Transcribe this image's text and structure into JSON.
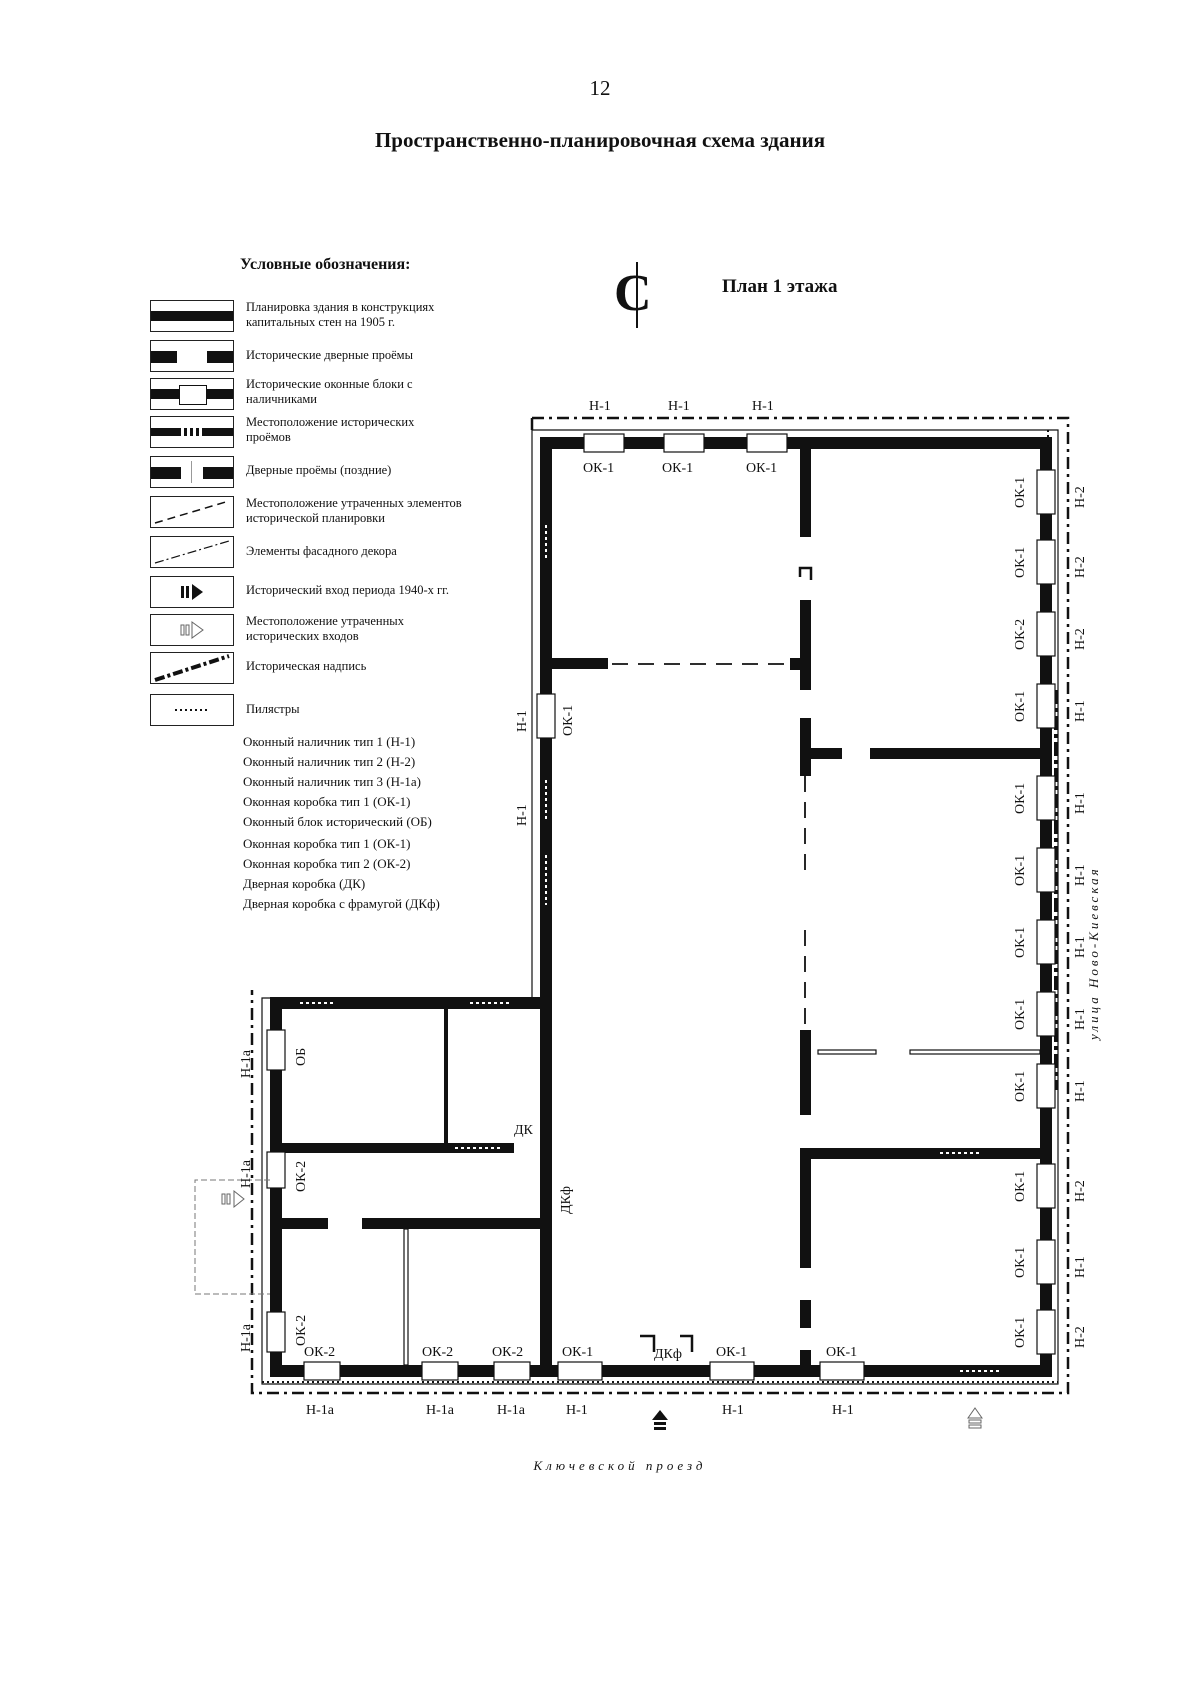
{
  "page": {
    "number": "12",
    "title": "Пространственно-планировочная схема здания"
  },
  "legend": {
    "heading": "Условные обозначения:",
    "items": [
      {
        "text": "Планировка здания в конструкциях капитальных стен на 1905 г.",
        "symbol": "thick-wall"
      },
      {
        "text": "Исторические дверные проёмы",
        "symbol": "door-gap"
      },
      {
        "text": "Исторические оконные блоки с наличниками",
        "symbol": "window-frame"
      },
      {
        "text": "Местоположение исторических проёмов",
        "symbol": "dashed-opening"
      },
      {
        "text": "Дверные проёмы (поздние)",
        "symbol": "late-door"
      },
      {
        "text": "Местоположение утраченных элементов исторической планировки",
        "symbol": "dashed-diagonal"
      },
      {
        "text": "Элементы фасадного декора",
        "symbol": "dash-dot-diagonal"
      },
      {
        "text": "Исторический вход периода 1940-х гг.",
        "symbol": "entrance-arrow-filled"
      },
      {
        "text": "Местоположение утраченных исторических входов",
        "symbol": "entrance-arrow-outline"
      },
      {
        "text": "Историческая надпись",
        "symbol": "thick-dash-dot-diagonal"
      },
      {
        "text": "Пилястры",
        "symbol": "dotted-line"
      }
    ],
    "abbreviations": [
      "Оконный наличник тип 1 (Н-1)",
      "Оконный наличник тип 2 (Н-2)",
      "Оконный наличник тип 3 (Н-1а)",
      "Оконная коробка тип 1 (ОК-1)",
      "Оконный блок исторический (ОБ)",
      "Оконная коробка тип 1 (ОК-1)",
      "Оконная коробка тип 2 (ОК-2)",
      "Дверная коробка (ДК)",
      "Дверная коробка с фрамугой (ДКф)"
    ]
  },
  "plan": {
    "north_symbol": "С",
    "title": "План 1 этажа",
    "streets": {
      "east": "улица Ново-Киевская",
      "south": "Ключевской проезд"
    },
    "labels": {
      "top": {
        "trim": [
          "Н-1",
          "Н-1",
          "Н-1"
        ],
        "frames": [
          "ОК-1",
          "ОК-1",
          "ОК-1"
        ]
      },
      "east": {
        "frames": [
          "ОК-1",
          "ОК-1",
          "ОК-2",
          "ОК-1",
          "ОК-1",
          "ОК-1",
          "ОК-1",
          "ОК-1",
          "ОК-1",
          "ОК-1",
          "ОК-1",
          "ОК-1"
        ],
        "trim": [
          "Н-2",
          "Н-2",
          "Н-2",
          "Н-1",
          "Н-1",
          "Н-1",
          "Н-1",
          "Н-1",
          "Н-1",
          "Н-2",
          "Н-1",
          "Н-2"
        ]
      },
      "west_upper": {
        "trim": [
          "Н-1",
          "Н-1"
        ],
        "frames": [
          "ОК-1"
        ]
      },
      "west_lower": {
        "trim": [
          "Н-1а",
          "Н-1а",
          "Н-1а"
        ],
        "frames": [
          "ОБ",
          "ОК-2",
          "ОК-2"
        ]
      },
      "interior": {
        "dk": "ДК",
        "dkf_left": "ДКф",
        "dkf_bottom": "ДКф"
      },
      "bottom": {
        "frames": [
          "ОК-2",
          "ОК-2",
          "ОК-2",
          "ОК-1",
          "ОК-1",
          "ОК-1"
        ],
        "trim": [
          "Н-1а",
          "Н-1а",
          "Н-1а",
          "Н-1",
          "Н-1",
          "Н-1"
        ]
      }
    }
  }
}
